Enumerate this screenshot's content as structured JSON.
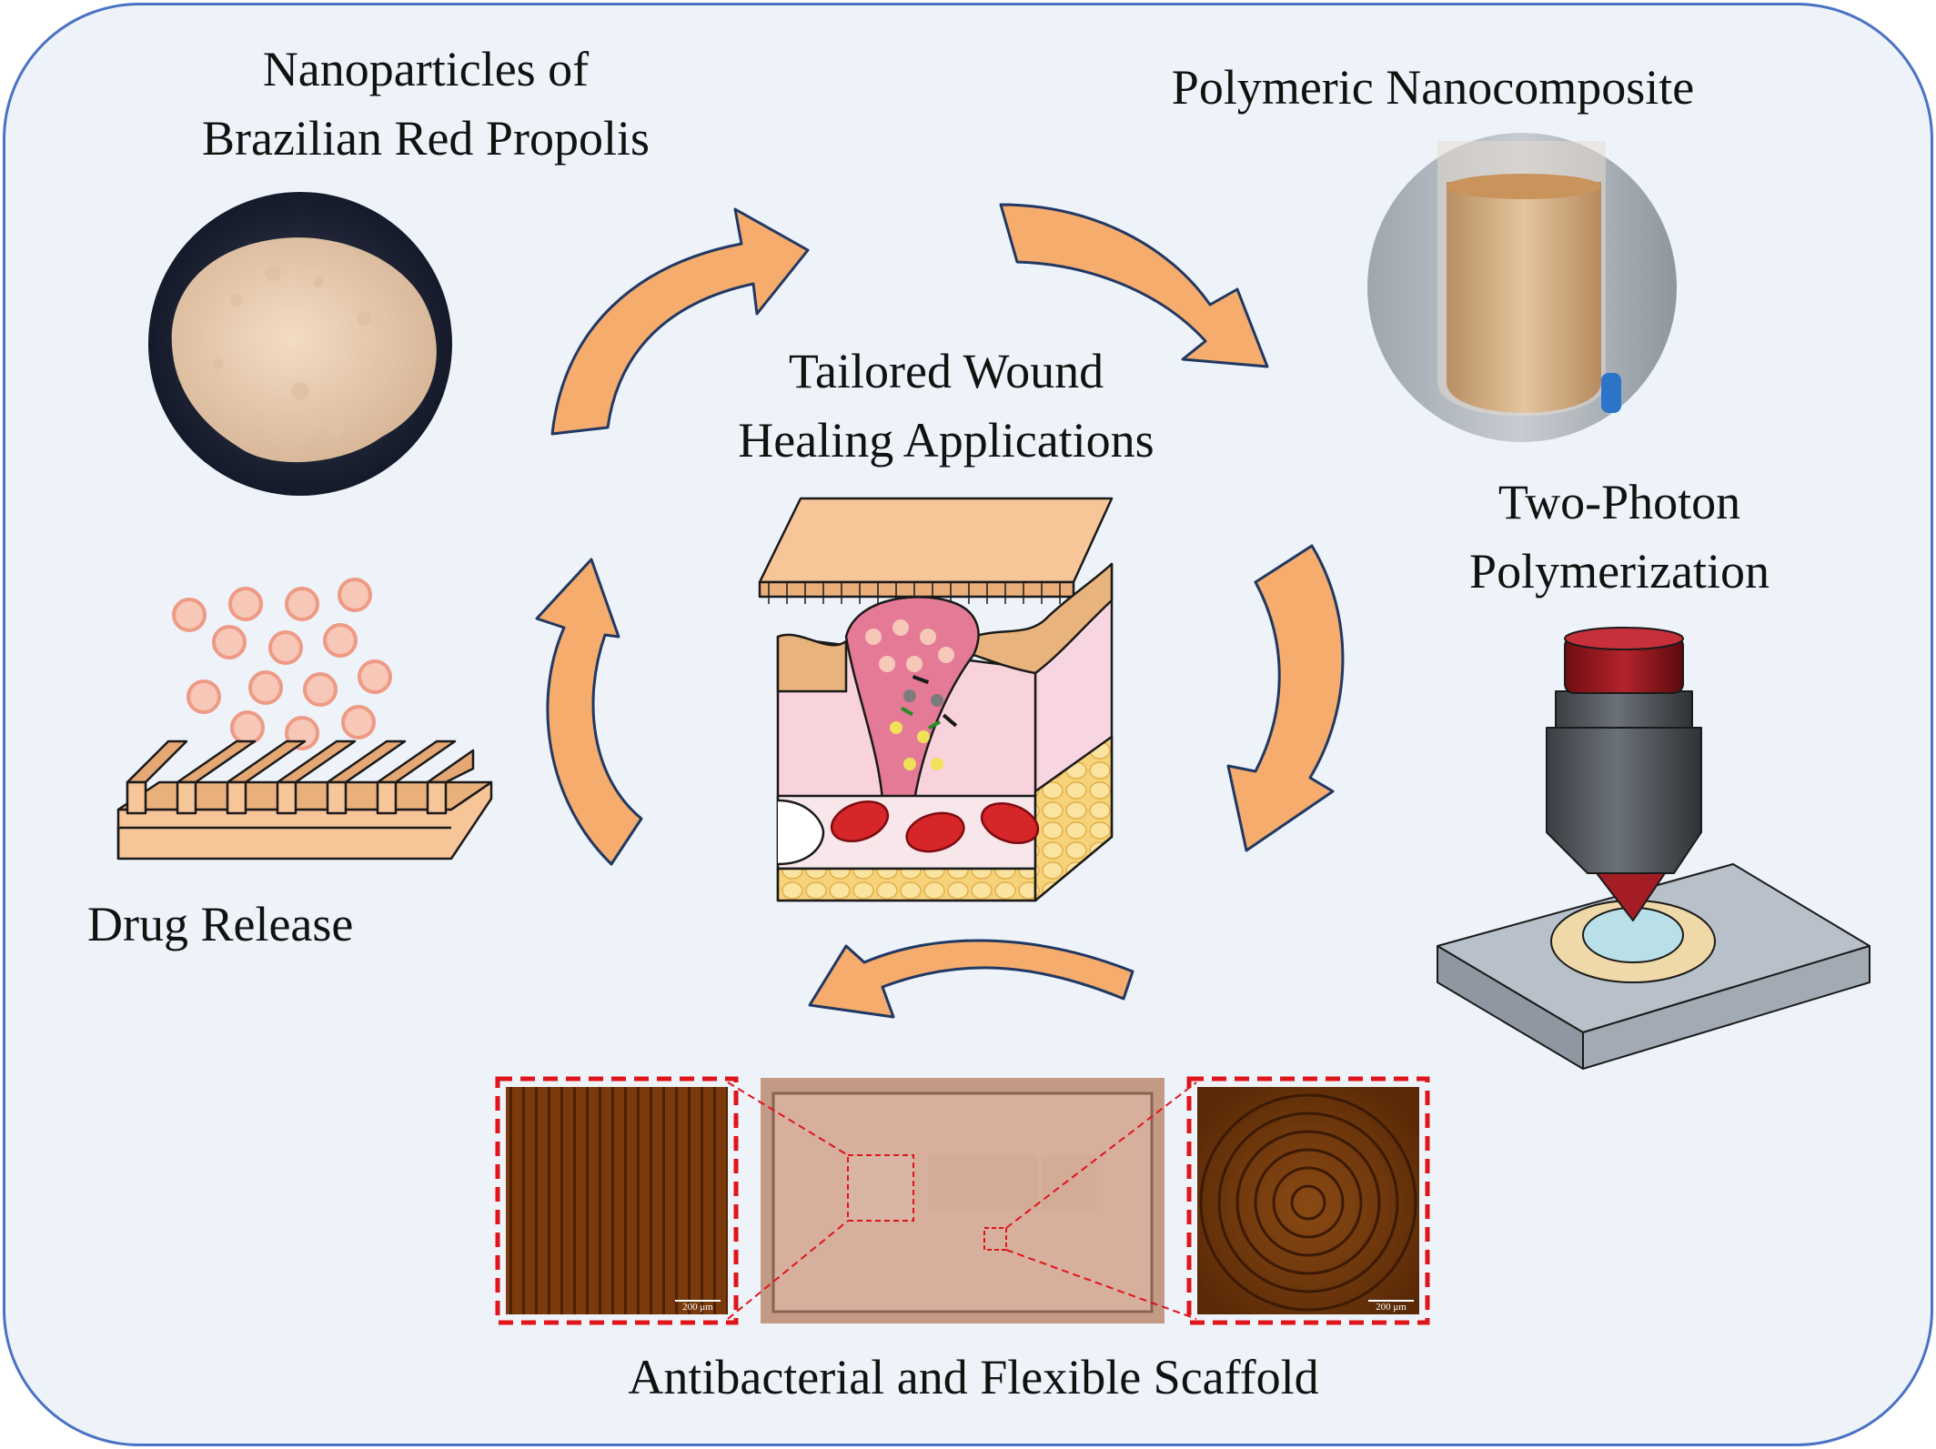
{
  "labels": {
    "nanoparticles": [
      "Nanoparticles of",
      "Brazilian Red Propolis"
    ],
    "polymeric": "Polymeric Nanocomposite",
    "tailored": [
      "Tailored Wound",
      "Healing Applications"
    ],
    "two_photon": [
      "Two-Photon",
      "Polymerization"
    ],
    "drug_release": "Drug Release",
    "scaffold": "Antibacterial and Flexible Scaffold"
  },
  "scale_bars": {
    "left": "200 μm",
    "right": "200 μm"
  },
  "colors": {
    "border": "#4a72c4",
    "background": "#eef3fa",
    "arrow_fill": "#f5ac6c",
    "arrow_stroke": "#203864",
    "particle": "#f7c7b8",
    "dash_red": "#e0141b"
  }
}
